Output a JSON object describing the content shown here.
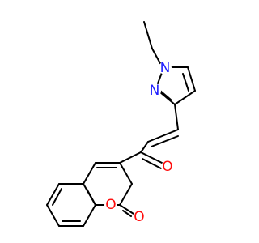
{
  "molecule": {
    "atoms": [
      {
        "id": "n1",
        "label": "N"
      },
      {
        "id": "n2",
        "label": "N"
      },
      {
        "id": "o_ketone",
        "label": "O"
      },
      {
        "id": "o_ring",
        "label": "O"
      },
      {
        "id": "o_lactone",
        "label": "O"
      }
    ]
  },
  "colors": {
    "nitrogen": "#2020ff",
    "oxygen": "#ff0d0d",
    "bond": "#000000",
    "background": "#ffffff"
  }
}
